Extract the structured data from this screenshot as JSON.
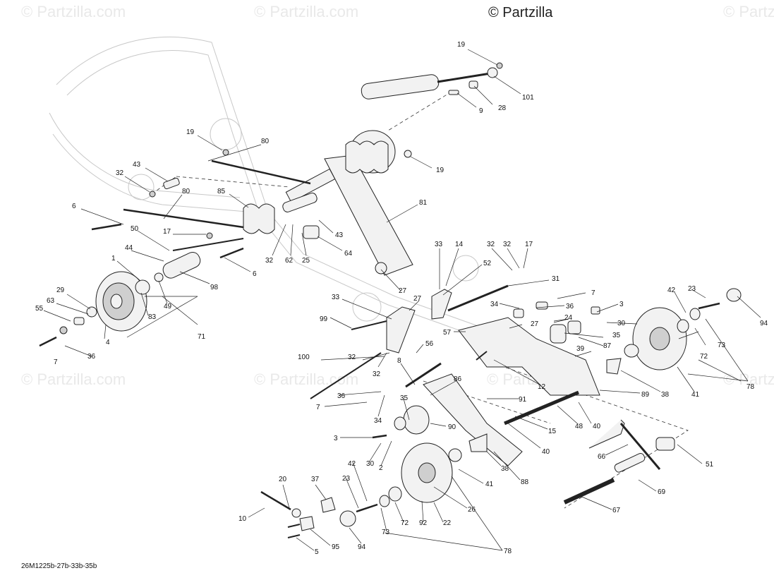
{
  "watermark": {
    "top_text": "© Partzilla",
    "bg_text": "© Partzilla.com"
  },
  "diagram_code": "26M1225b-27b-33b-35b",
  "callouts": [
    {
      "id": "c19a",
      "label": "19"
    },
    {
      "id": "c101",
      "label": "101"
    },
    {
      "id": "c28",
      "label": "28"
    },
    {
      "id": "c9a",
      "label": "9"
    },
    {
      "id": "c19b",
      "label": "19"
    },
    {
      "id": "c80a",
      "label": "80"
    },
    {
      "id": "c19c",
      "label": "19"
    },
    {
      "id": "c43a",
      "label": "43"
    },
    {
      "id": "c32a",
      "label": "32"
    },
    {
      "id": "c80b",
      "label": "80"
    },
    {
      "id": "c85",
      "label": "85"
    },
    {
      "id": "c81",
      "label": "81"
    },
    {
      "id": "c6a",
      "label": "6"
    },
    {
      "id": "c50",
      "label": "50"
    },
    {
      "id": "c17a",
      "label": "17"
    },
    {
      "id": "c43b",
      "label": "43"
    },
    {
      "id": "c44",
      "label": "44"
    },
    {
      "id": "c32b",
      "label": "32"
    },
    {
      "id": "c62",
      "label": "62"
    },
    {
      "id": "c25",
      "label": "25"
    },
    {
      "id": "c64",
      "label": "64"
    },
    {
      "id": "c1",
      "label": "1"
    },
    {
      "id": "c6b",
      "label": "6"
    },
    {
      "id": "c98",
      "label": "98"
    },
    {
      "id": "c33a",
      "label": "33"
    },
    {
      "id": "c14",
      "label": "14"
    },
    {
      "id": "c32c",
      "label": "32"
    },
    {
      "id": "c32d",
      "label": "32"
    },
    {
      "id": "c17b",
      "label": "17"
    },
    {
      "id": "c52",
      "label": "52"
    },
    {
      "id": "c31",
      "label": "31"
    },
    {
      "id": "c29",
      "label": "29"
    },
    {
      "id": "c49",
      "label": "49"
    },
    {
      "id": "c63",
      "label": "63"
    },
    {
      "id": "c27a",
      "label": "27"
    },
    {
      "id": "c55",
      "label": "55"
    },
    {
      "id": "c83",
      "label": "83"
    },
    {
      "id": "c33b",
      "label": "33"
    },
    {
      "id": "c27b",
      "label": "27"
    },
    {
      "id": "c7a",
      "label": "7"
    },
    {
      "id": "c42a",
      "label": "42"
    },
    {
      "id": "c23a",
      "label": "23"
    },
    {
      "id": "c94a",
      "label": "94"
    },
    {
      "id": "c34a",
      "label": "34"
    },
    {
      "id": "c36a",
      "label": "36"
    },
    {
      "id": "c3a",
      "label": "3"
    },
    {
      "id": "c4",
      "label": "4"
    },
    {
      "id": "c71",
      "label": "71"
    },
    {
      "id": "c99",
      "label": "99"
    },
    {
      "id": "c24",
      "label": "24"
    },
    {
      "id": "c30a",
      "label": "30"
    },
    {
      "id": "c7b",
      "label": "7"
    },
    {
      "id": "c36b",
      "label": "36"
    },
    {
      "id": "c57",
      "label": "57"
    },
    {
      "id": "c27c",
      "label": "27"
    },
    {
      "id": "c35a",
      "label": "35"
    },
    {
      "id": "c73a",
      "label": "73"
    },
    {
      "id": "c87",
      "label": "87"
    },
    {
      "id": "c72a",
      "label": "72"
    },
    {
      "id": "c56",
      "label": "56"
    },
    {
      "id": "c39",
      "label": "39"
    },
    {
      "id": "c100",
      "label": "100"
    },
    {
      "id": "c32e",
      "label": "32"
    },
    {
      "id": "c78a",
      "label": "78"
    },
    {
      "id": "c8",
      "label": "8"
    },
    {
      "id": "c32f",
      "label": "32"
    },
    {
      "id": "c86",
      "label": "86"
    },
    {
      "id": "c12",
      "label": "12"
    },
    {
      "id": "c89",
      "label": "89"
    },
    {
      "id": "c38a",
      "label": "38"
    },
    {
      "id": "c41a",
      "label": "41"
    },
    {
      "id": "c36c",
      "label": "36"
    },
    {
      "id": "c91",
      "label": "91"
    },
    {
      "id": "c7c",
      "label": "7"
    },
    {
      "id": "c34b",
      "label": "34"
    },
    {
      "id": "c35b",
      "label": "35"
    },
    {
      "id": "c48",
      "label": "48"
    },
    {
      "id": "c40a",
      "label": "40"
    },
    {
      "id": "c15",
      "label": "15"
    },
    {
      "id": "c3b",
      "label": "3"
    },
    {
      "id": "c90",
      "label": "90"
    },
    {
      "id": "c40b",
      "label": "40"
    },
    {
      "id": "c66",
      "label": "66"
    },
    {
      "id": "c51",
      "label": "51"
    },
    {
      "id": "c30b",
      "label": "30"
    },
    {
      "id": "c2",
      "label": "2"
    },
    {
      "id": "c38b",
      "label": "38"
    },
    {
      "id": "c42b",
      "label": "42"
    },
    {
      "id": "c23b",
      "label": "23"
    },
    {
      "id": "c41b",
      "label": "41"
    },
    {
      "id": "c88",
      "label": "88"
    },
    {
      "id": "c69",
      "label": "69"
    },
    {
      "id": "c20",
      "label": "20"
    },
    {
      "id": "c37",
      "label": "37"
    },
    {
      "id": "c26",
      "label": "26"
    },
    {
      "id": "c67",
      "label": "67"
    },
    {
      "id": "c10",
      "label": "10"
    },
    {
      "id": "c72b",
      "label": "72"
    },
    {
      "id": "c92",
      "label": "92"
    },
    {
      "id": "c22",
      "label": "22"
    },
    {
      "id": "c73b",
      "label": "73"
    },
    {
      "id": "c5",
      "label": "5"
    },
    {
      "id": "c95",
      "label": "95"
    },
    {
      "id": "c94b",
      "label": "94"
    },
    {
      "id": "c78b",
      "label": "78"
    }
  ]
}
